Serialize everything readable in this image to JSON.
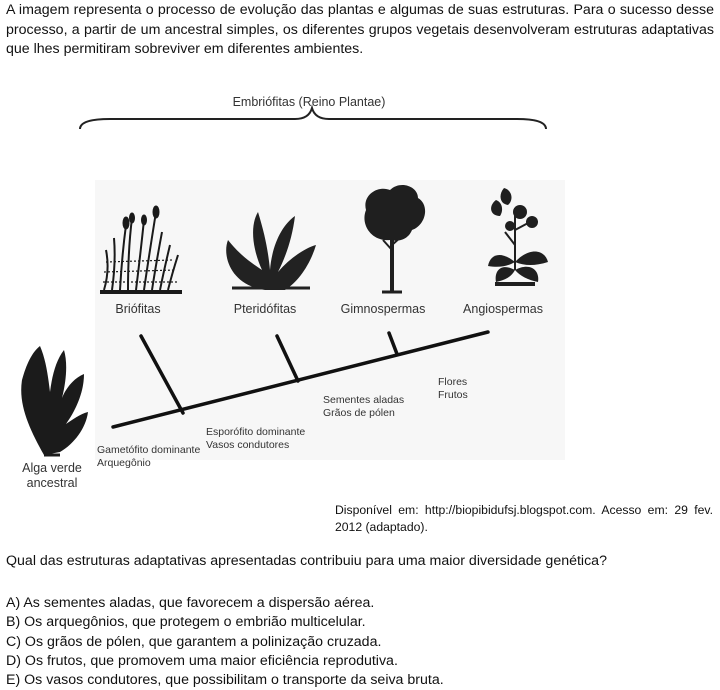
{
  "intro": "A imagem representa o processo de evolução das plantas e algumas de suas estruturas. Para o sucesso desse processo, a partir de um ancestral simples, os diferentes grupos vegetais desenvolveram estruturas adaptativas que lhes permitiram sobreviver em diferentes ambientes.",
  "figure": {
    "bracket_label": "Embriófitas (Reino Plantae)",
    "groups": [
      "Briófitas",
      "Pteridófitas",
      "Gimnospermas",
      "Angiospermas"
    ],
    "ancestor": [
      "Alga verde",
      "ancestral"
    ],
    "traits": [
      [
        "Gametófito dominante",
        "Arquegônio"
      ],
      [
        "Esporófito dominante",
        "Vasos condutores"
      ],
      [
        "Sementes aladas",
        "Grãos de pólen"
      ],
      [
        "Flores",
        "Frutos"
      ]
    ]
  },
  "source": "Disponível em: http://biopibidufsj.blogspot.com. Acesso em: 29 fev. 2012 (adaptado).",
  "question": "Qual das estruturas adaptativas apresentadas contribuiu para uma maior diversidade genética?",
  "options": [
    "A) As sementes aladas, que favorecem a dispersão aérea.",
    "B) Os arquegônios, que protegem o embrião multicelular.",
    "C) Os grãos de pólen, que garantem a polinização cruzada.",
    "D) Os frutos, que promovem uma maior eficiência reprodutiva.",
    "E) Os vasos condutores, que possibilitam o transporte da seiva bruta."
  ]
}
